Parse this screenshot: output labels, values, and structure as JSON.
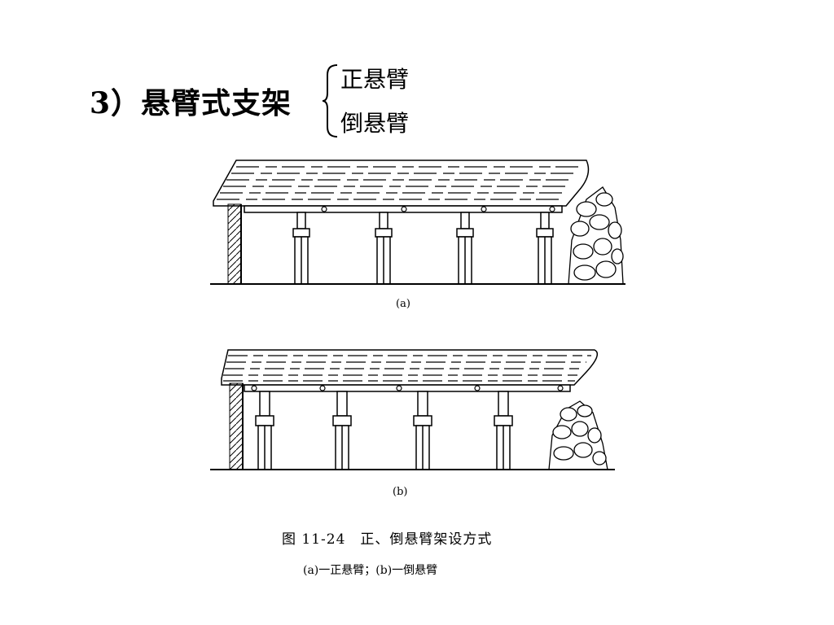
{
  "slide": {
    "heading": "3）悬臂式支架",
    "options": [
      "正悬臂",
      "倒悬臂"
    ]
  },
  "figure": {
    "label_a": "(a)",
    "label_b": "(b)",
    "caption": "图 11-24　正、倒悬臂架设方式",
    "subcaption": "(a)一正悬臂；(b)一倒悬臂"
  }
}
